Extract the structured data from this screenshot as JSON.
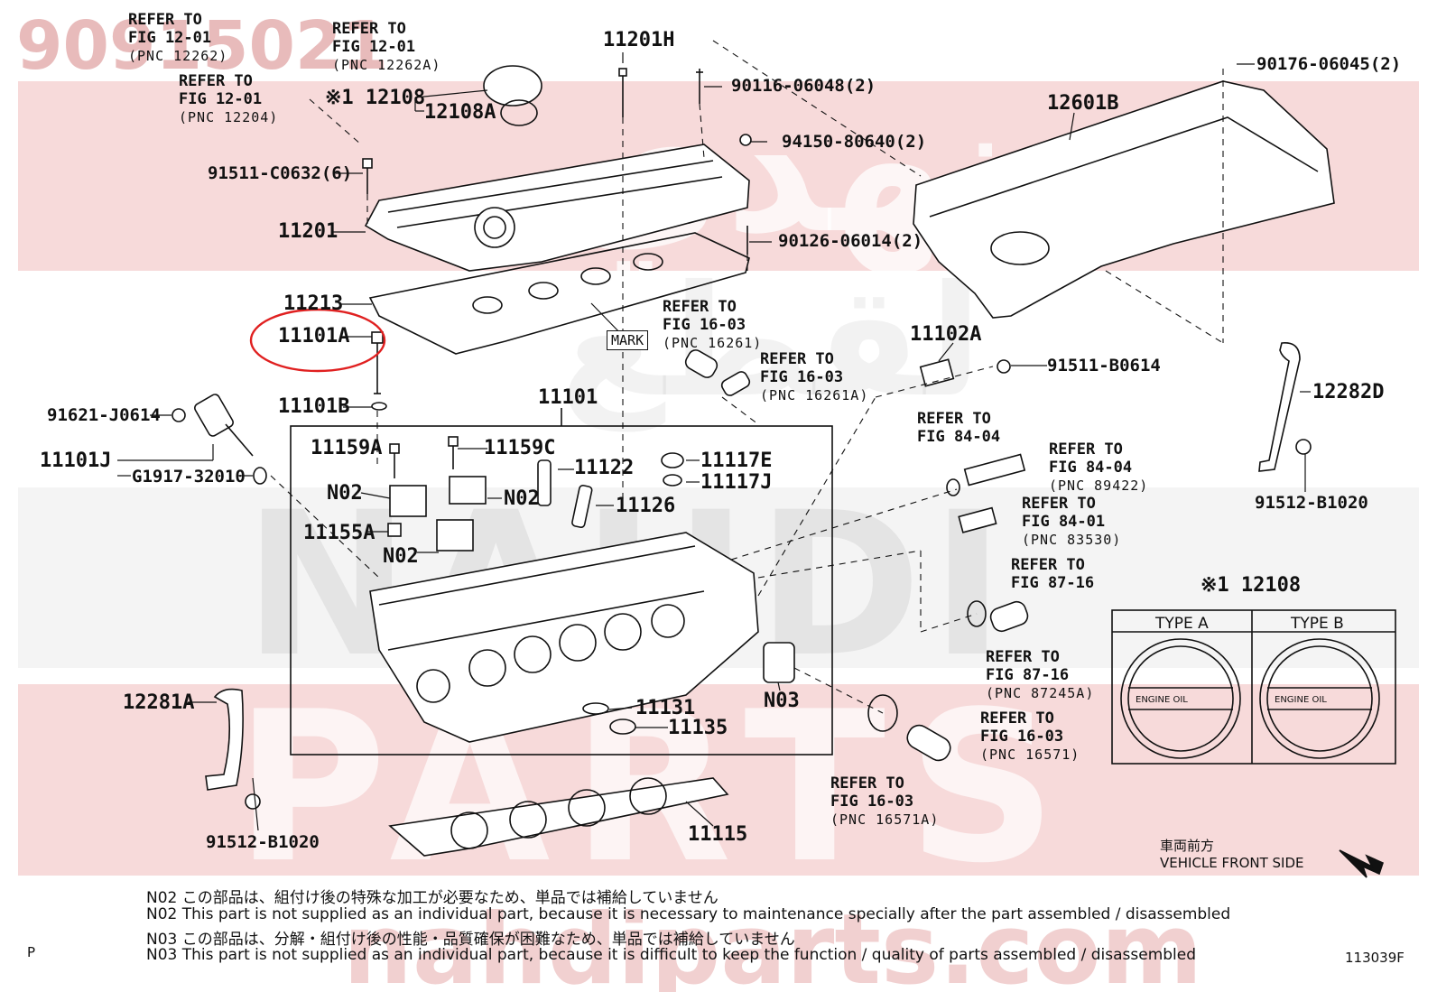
{
  "header": {
    "part_number": "90915021"
  },
  "watermark": {
    "top": "ﻧﻬﺪﻱ",
    "middle_arabic": "ﻟﻘﻄﻊ",
    "middle_latin": "NAHDI",
    "bottom_latin": "PARTS",
    "site": "nahdiparts.com"
  },
  "colors": {
    "band": "#f6d4d4",
    "watermark": "#b03a3a",
    "highlight_circle": "#e02020",
    "line": "#111111"
  },
  "parts": {
    "p11201H": "11201H",
    "p90116": "90116-06048(2)",
    "p90176": "90176-06045(2)",
    "p12601B": "12601B",
    "p12108": "※1 12108",
    "p12108A": "12108A",
    "p94150": "94150-80640(2)",
    "p91511C": "91511-C0632(6)",
    "p11201": "11201",
    "p90126": "90126-06014(2)",
    "p11213": "11213",
    "mark": "MARK",
    "p11101A": "11101A",
    "p11101B": "11101B",
    "p11102A": "11102A",
    "p91511B": "91511-B0614",
    "p12282D": "12282D",
    "p91621": "91621-J0614",
    "p11101": "11101",
    "p11101J": "11101J",
    "pG1917": "G1917-32010",
    "p11159A": "11159A",
    "p11159C": "11159C",
    "p11122": "11122",
    "p11117E": "11117E",
    "p11117J": "11117J",
    "pN02a": "N02",
    "pN02b": "N02",
    "pN02c": "N02",
    "p11126": "11126",
    "p11155A": "11155A",
    "p91512a": "91512-B1020",
    "p12108b": "※1 12108",
    "pN03": "N03",
    "p11131": "11131",
    "p11135": "11135",
    "p12281A": "12281A",
    "p11115": "11115",
    "p91512b": "91512-B1020"
  },
  "refs": {
    "r1": {
      "l1": "REFER TO",
      "l2": "FIG 12-01",
      "l3": "(PNC 12262)"
    },
    "r2": {
      "l1": "REFER TO",
      "l2": "FIG 12-01",
      "l3": "(PNC 12262A)"
    },
    "r3": {
      "l1": "REFER TO",
      "l2": "FIG 12-01",
      "l3": "(PNC 12204)"
    },
    "r4": {
      "l1": "REFER TO",
      "l2": "FIG 16-03",
      "l3": "(PNC 16261)"
    },
    "r5": {
      "l1": "REFER TO",
      "l2": "FIG 16-03",
      "l3": "(PNC 16261A)"
    },
    "r6": {
      "l1": "REFER TO",
      "l2": "FIG 84-04"
    },
    "r7": {
      "l1": "REFER TO",
      "l2": "FIG 84-04",
      "l3": "(PNC 89422)"
    },
    "r8": {
      "l1": "REFER TO",
      "l2": "FIG 84-01",
      "l3": "(PNC 83530)"
    },
    "r9": {
      "l1": "REFER TO",
      "l2": "FIG 87-16"
    },
    "r10": {
      "l1": "REFER TO",
      "l2": "FIG 87-16",
      "l3": "(PNC 87245A)"
    },
    "r11": {
      "l1": "REFER TO",
      "l2": "FIG 16-03",
      "l3": "(PNC 16571)"
    },
    "r12": {
      "l1": "REFER TO",
      "l2": "FIG 16-03",
      "l3": "(PNC 16571A)"
    }
  },
  "inset": {
    "type_a": "TYPE A",
    "type_b": "TYPE B",
    "cap_a": "ENGINE OIL",
    "cap_b": "ENGINE OIL"
  },
  "front": {
    "jp": "車両前方",
    "en": "VEHICLE FRONT SIDE"
  },
  "notes": [
    "N02  この部品は、組付け後の特殊な加工が必要なため、単品では補給していません",
    "N02 This part is not supplied as an individual part, because it is necessary to maintenance specially after the part assembled / disassembled",
    "N03  この部品は、分解・組付け後の性能・品質確保が困難なため、単品では補給していません",
    "N03 This part is not supplied as an individual part, because it is difficult to keep the function / quality of parts  assembled / disassembled"
  ],
  "footer": {
    "left_mark": "P",
    "figure_code": "113039F"
  }
}
